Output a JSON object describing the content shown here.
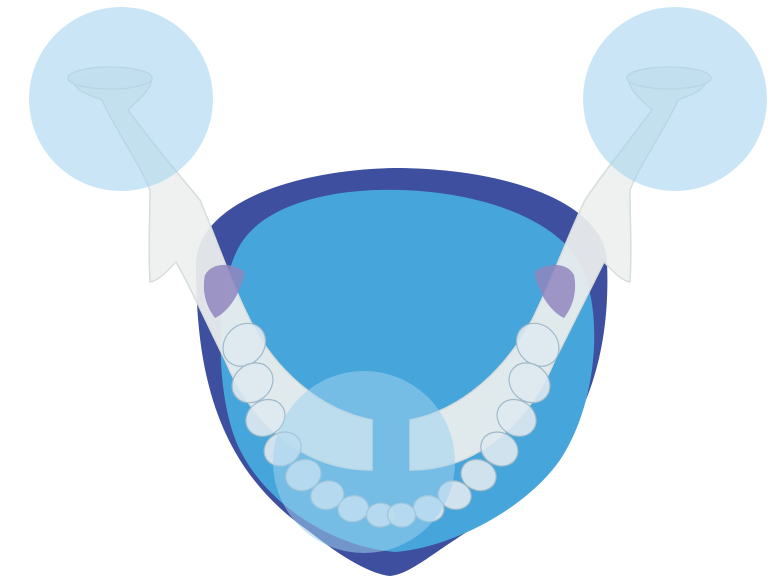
{
  "colors": {
    "background": "#ffffff",
    "shield_outer": "#3d4f9e",
    "shield_inner": "#46a5da",
    "zone_circle": "#9fd2ef",
    "bone": "#eef0ef",
    "bone_shadow": "#d7dcdc",
    "tooth": "#dfe9ef",
    "tooth_edge": "#9fb9c8",
    "gum_socket": "#8f86bd"
  },
  "zones": [
    {
      "name": "left-condyle-zone"
    },
    {
      "name": "right-condyle-zone"
    },
    {
      "name": "central-jaw-zone"
    },
    {
      "name": "chin-zone"
    }
  ],
  "teeth_per_side": 8
}
